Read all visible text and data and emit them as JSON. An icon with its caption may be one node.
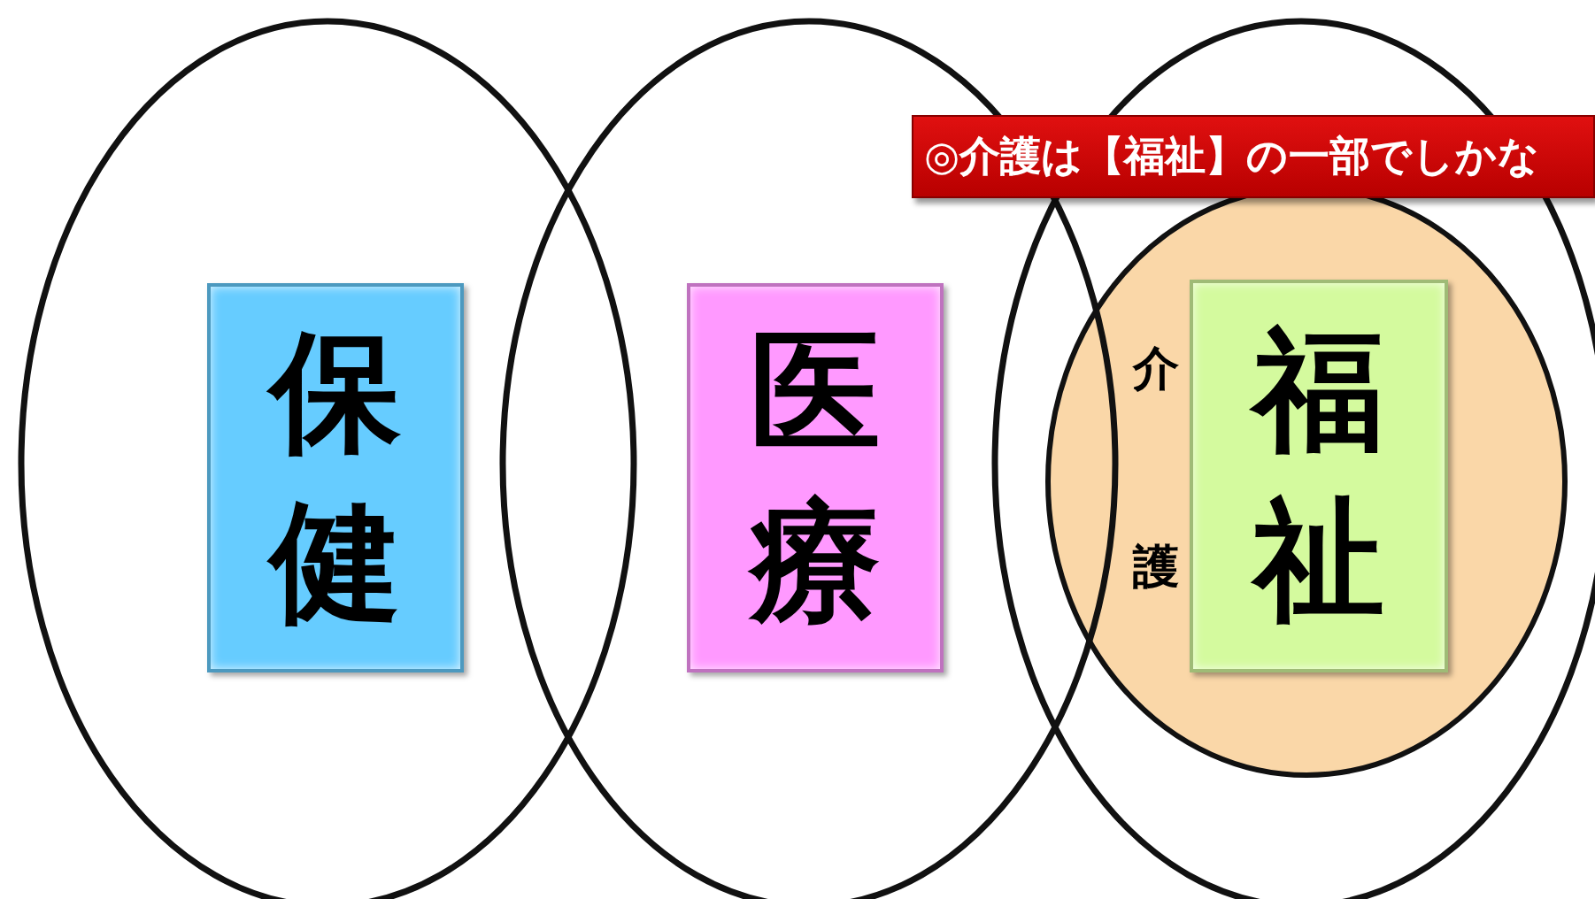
{
  "diagram": {
    "nodes": [
      {
        "text": [],
        "shape": "ellipse"
      },
      {
        "text": [],
        "shape": "ellipse"
      },
      {
        "text": [],
        "shape": "ellipse"
      },
      {
        "text": [
          "保健"
        ],
        "in": 0
      },
      {
        "text": [
          "医療"
        ],
        "in": 1
      },
      {
        "text": [
          "介護"
        ],
        "in": 2
      },
      {
        "text": [
          "福祉"
        ],
        "in": 5
      },
      {
        "text": [
          "◎介護は【福祉】の一部でしかな"
        ]
      }
    ],
    "edges": []
  }
}
